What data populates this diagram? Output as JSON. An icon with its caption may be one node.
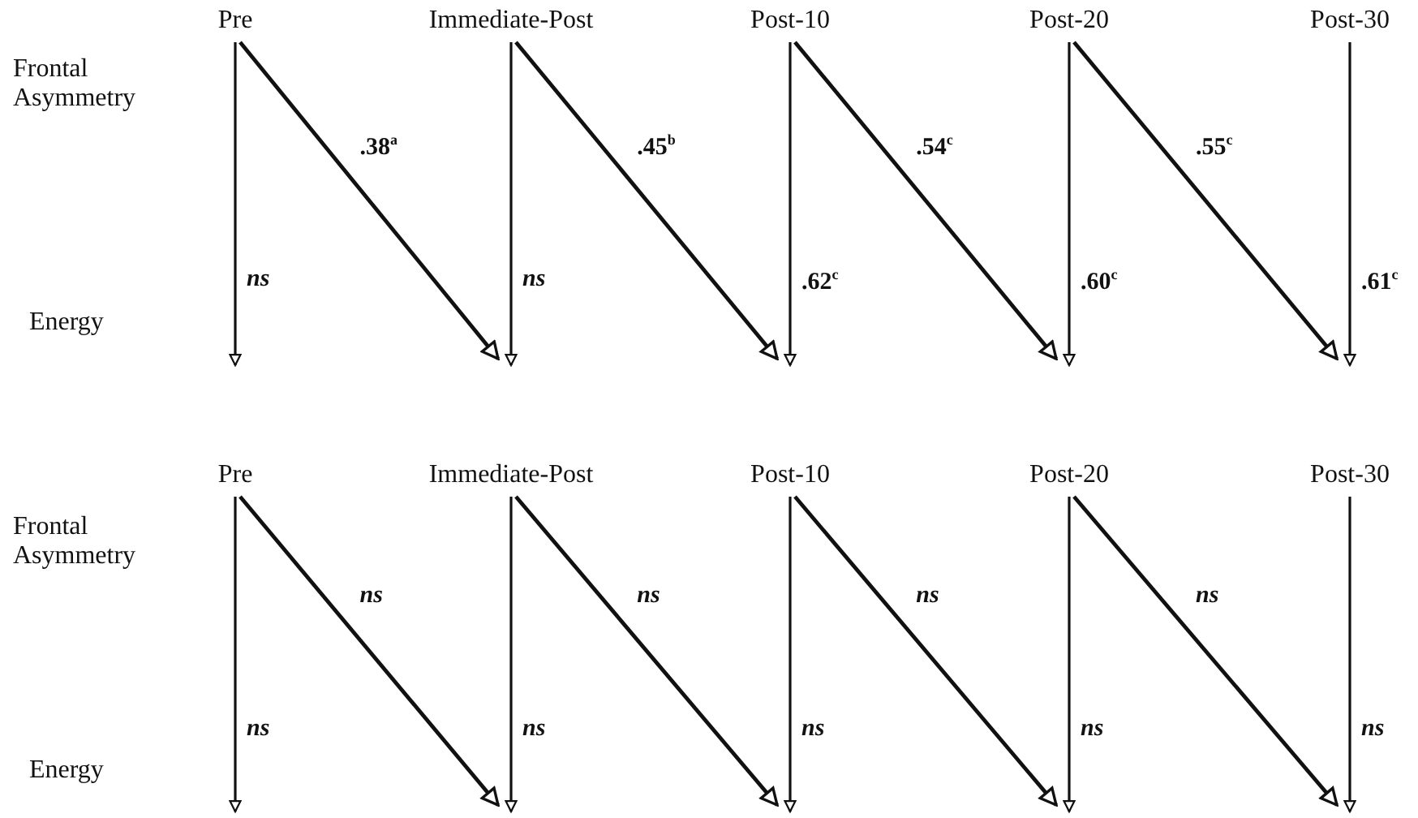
{
  "diagram": {
    "nodes": [
      {
        "text": [
          "Pre"
        ]
      },
      {
        "text": [
          "Immediate-Post"
        ]
      },
      {
        "text": [
          "Post-10"
        ]
      },
      {
        "text": [
          "Post-20"
        ]
      },
      {
        "text": [
          "Post-30"
        ]
      },
      {
        "text": [
          "Pre"
        ]
      },
      {
        "text": [
          "Immediate-Post"
        ]
      },
      {
        "text": [
          "Post-10"
        ]
      },
      {
        "text": [
          "Post-20"
        ]
      },
      {
        "text": [
          "Post-30"
        ]
      }
    ],
    "edges": [
      {
        "from": 0,
        "to": null,
        "arrow": "to",
        "label": "ns"
      },
      {
        "from": 0,
        "to": null,
        "arrow": "to",
        "label": ".38$^{a}$"
      },
      {
        "from": 1,
        "to": null,
        "arrow": "to",
        "label": "ns"
      },
      {
        "from": 1,
        "to": null,
        "arrow": "to",
        "label": ".45$^{b}$"
      },
      {
        "from": 2,
        "to": null,
        "arrow": "to",
        "label": ".62$^{c}$"
      },
      {
        "from": 2,
        "to": null,
        "arrow": "to",
        "label": ".54$^{c}$"
      },
      {
        "from": 3,
        "to": null,
        "arrow": "to",
        "label": ".60$^{c}$"
      },
      {
        "from": 3,
        "to": null,
        "arrow": "to",
        "label": ".55$^{c}$"
      },
      {
        "from": 4,
        "to": null,
        "arrow": "to",
        "label": ".61$^{c}$"
      },
      {
        "from": 5,
        "to": null,
        "arrow": "to",
        "label": "ns"
      },
      {
        "from": 5,
        "to": null,
        "arrow": "to",
        "label": "ns"
      },
      {
        "from": 6,
        "to": null,
        "arrow": "to",
        "label": "ns"
      },
      {
        "from": 6,
        "to": null,
        "arrow": "to",
        "label": "ns"
      },
      {
        "from": 7,
        "to": null,
        "arrow": "to",
        "label": "ns"
      },
      {
        "from": 7,
        "to": null,
        "arrow": "to",
        "label": "ns"
      },
      {
        "from": 8,
        "to": null,
        "arrow": "to",
        "label": "ns"
      },
      {
        "from": 8,
        "to": null,
        "arrow": "to",
        "label": "ns"
      },
      {
        "from": 9,
        "to": null,
        "arrow": "to",
        "label": "ns"
      }
    ],
    "labels": [
      "Frontal Asymmetry",
      "Energy",
      "Frontal Asymmetry",
      "Energy"
    ]
  }
}
